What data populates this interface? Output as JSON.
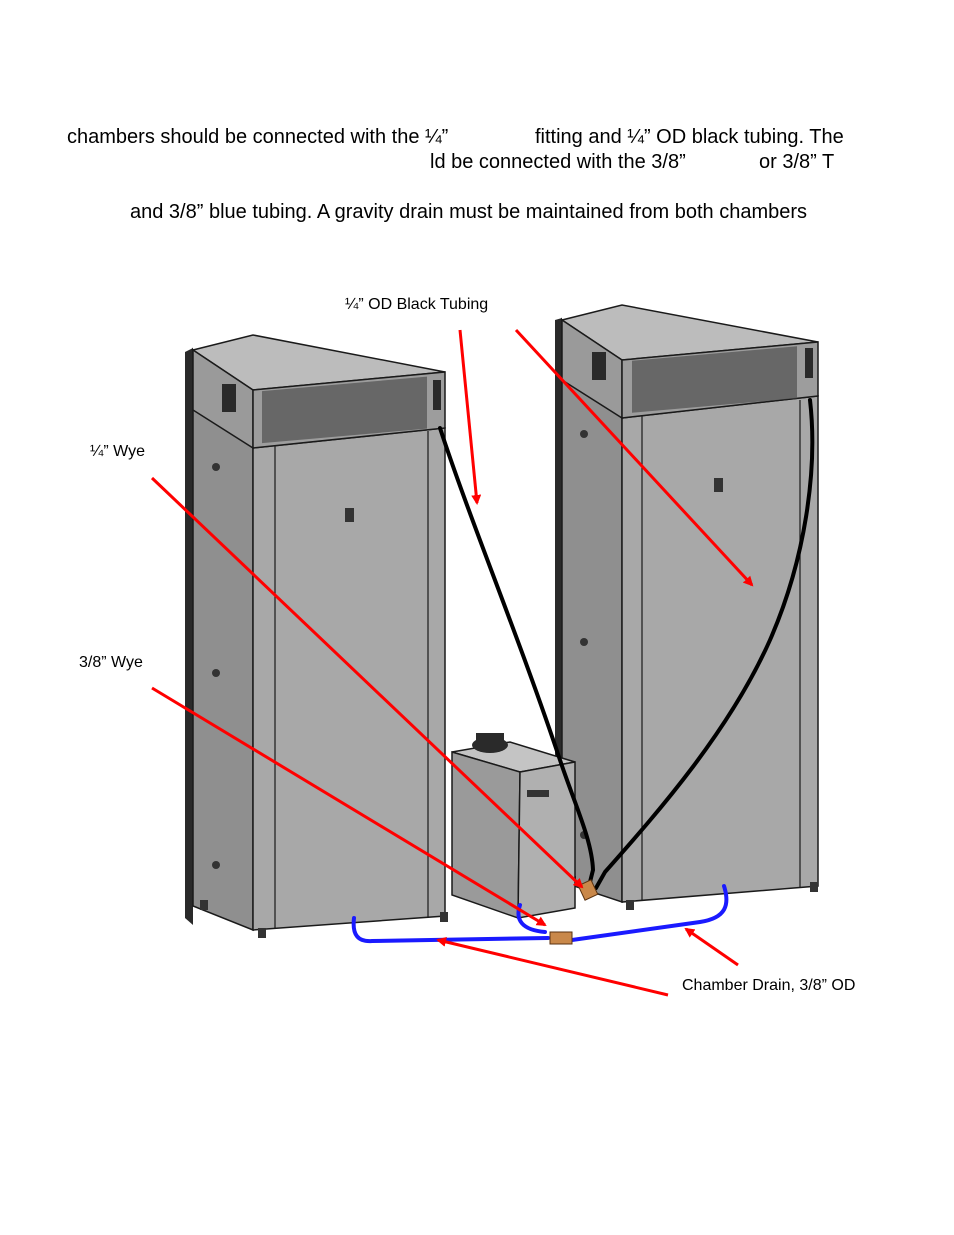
{
  "paragraph": {
    "line1_a": "chambers should be connected with the ¼”",
    "line1_b": "fitting and ¼” OD black tubing.  The",
    "line2_a": "ld be connected with the 3/8”",
    "line2_b": "or 3/8” T",
    "line3": "and 3/8” blue tubing.  A gravity drain must be maintained from both chambers"
  },
  "callouts": {
    "black_tubing": "¼” OD Black Tubing",
    "quarter_wye": "¼” Wye",
    "three_eighths_wye": "3/8” Wye",
    "chamber_drain": "Chamber Drain, 3/8” OD"
  },
  "colors": {
    "arrow": "#ff0000",
    "black_tubing": "#000000",
    "drain_tubing": "#1a1aff",
    "cabinet": "#a6a6a6",
    "fitting": "#c9884a"
  }
}
